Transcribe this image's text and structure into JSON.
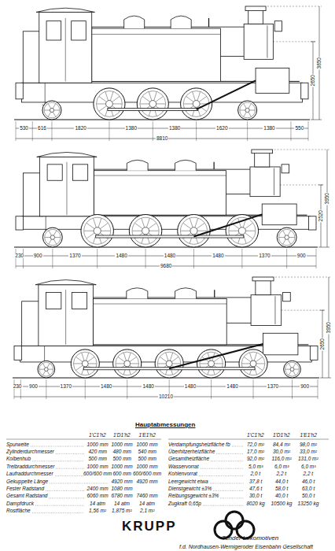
{
  "diagram": {
    "labels": [
      "530",
      "616",
      "1820",
      "1380",
      "1380",
      "1620",
      "1380",
      "550",
      "8810",
      "2650",
      "3850",
      "230",
      "900",
      "1370",
      "1480",
      "1480",
      "1480",
      "1370",
      "900",
      "9680",
      "2520",
      "3950",
      "230",
      "900",
      "1370",
      "1480",
      "1480",
      "1480",
      "1480",
      "1370",
      "900",
      "10210",
      "2650",
      "3950",
      "Hauptabmessungen",
      "1'C1'h2",
      "1'D1'h2",
      "1'E1'h2",
      "1'C1'h2",
      "1'D1'h2",
      "1'E1'h2",
      "Spurweite",
      "1000 mm",
      "1000 mm",
      "1000 mm",
      "Zylinderdurchmesser",
      "420 mm",
      "480 mm",
      "540 mm",
      "Kolbenhub",
      "500 mm",
      "500 mm",
      "500 mm",
      "Treibraddurchmesser",
      "1000 mm",
      "1000 mm",
      "1000 mm",
      "Laufraddurchmesser",
      "600/600 mm",
      "600 mm",
      "600/600 mm",
      "Gekuppelte Länge",
      "4920 mm",
      "4920 mm",
      "Fester Radstand",
      "2400 mm",
      "1080 mm",
      "Gesamt Radstand",
      "6060 mm",
      "6780 mm",
      "7460 mm",
      "Dampfdruck",
      "14 atm",
      "14 atm",
      "14 atm",
      "Rostfläche",
      "1,56 m²",
      "1,875 m²",
      "2,1 m²",
      "Verdampfungsheizfläche fb",
      "72,0 m²",
      "84,4 m²",
      "98,0 m²",
      "Überhitzerheizfläche",
      "17,0 m²",
      "30,0 m²",
      "33,0 m²",
      "Gesamtheizfläche",
      "92,0 m²",
      "116,0 m²",
      "131,0 m²",
      "Wasservorrat",
      "5,0 m³",
      "6,0 m³",
      "6,0 m³",
      "Kohlenvorrat",
      "2,0 t",
      "2,2 t",
      "2,2 t",
      "Leergewicht etwa",
      "37,8 t",
      "44,0 t",
      "46,0 t",
      "Dienstgewicht ±3%",
      "47,6 t",
      "58,0 t",
      "63,0 t",
      "Reibungsgewicht ±3%",
      "30,0 t",
      "40,0 t",
      "50,0 t",
      "Zugkraft 0,65p",
      "8020 kg",
      "10500 kg",
      "13250 kg",
      "KRUPP",
      "Tender Lokomotiven",
      "f.d. Nordhausen-Wernigeroder Eisenbahn Gesellschaft"
    ]
  }
}
